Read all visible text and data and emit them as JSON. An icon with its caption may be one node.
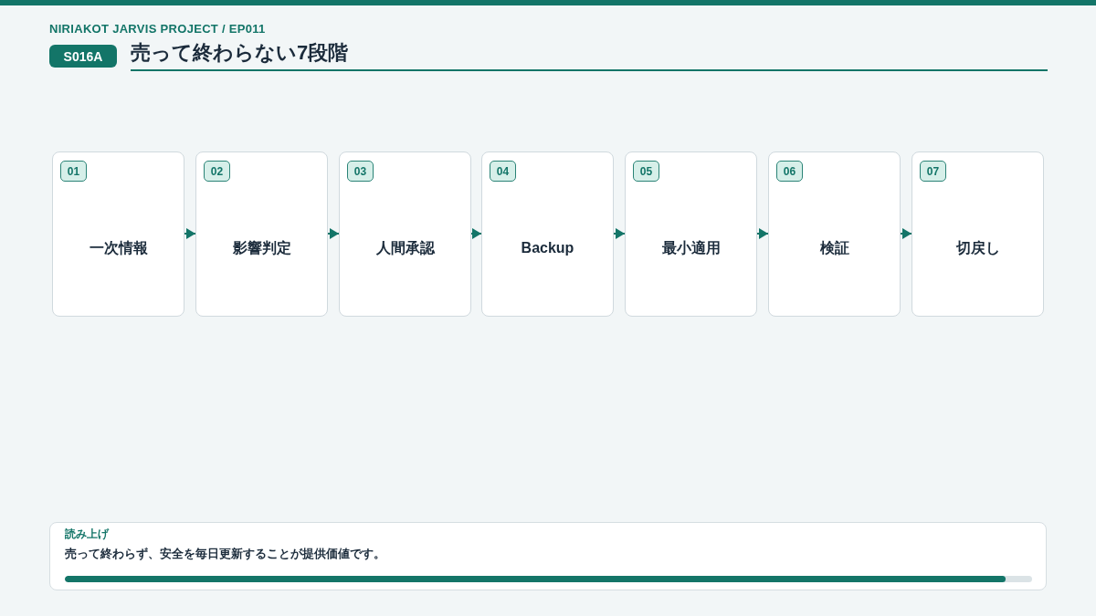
{
  "diagram": {
    "title": "売って終わらない7段階",
    "nodes": [
      {
        "text": [
          "01",
          "一次情報"
        ]
      },
      {
        "text": [
          "02",
          "影響判定"
        ]
      },
      {
        "text": [
          "03",
          "人間承認"
        ]
      },
      {
        "text": [
          "04",
          "Backup"
        ]
      },
      {
        "text": [
          "05",
          "最小適用"
        ]
      },
      {
        "text": [
          "06",
          "検証"
        ]
      },
      {
        "text": [
          "07",
          "切戻し"
        ]
      }
    ],
    "edges": [
      {
        "from": 0,
        "to": 1,
        "arrow": "to"
      },
      {
        "from": 1,
        "to": 2,
        "arrow": "to"
      },
      {
        "from": 2,
        "to": 3,
        "arrow": "to"
      },
      {
        "from": 3,
        "to": 4,
        "arrow": "to"
      },
      {
        "from": 4,
        "to": 5,
        "arrow": "to"
      },
      {
        "from": 5,
        "to": 6,
        "arrow": "to"
      }
    ],
    "labels": [
      "NIRIAKOT JARVIS PROJECT / EP011",
      "S016A",
      "読み上げ",
      "売って終わらず、安全を毎日更新することが提供価値です。"
    ]
  }
}
